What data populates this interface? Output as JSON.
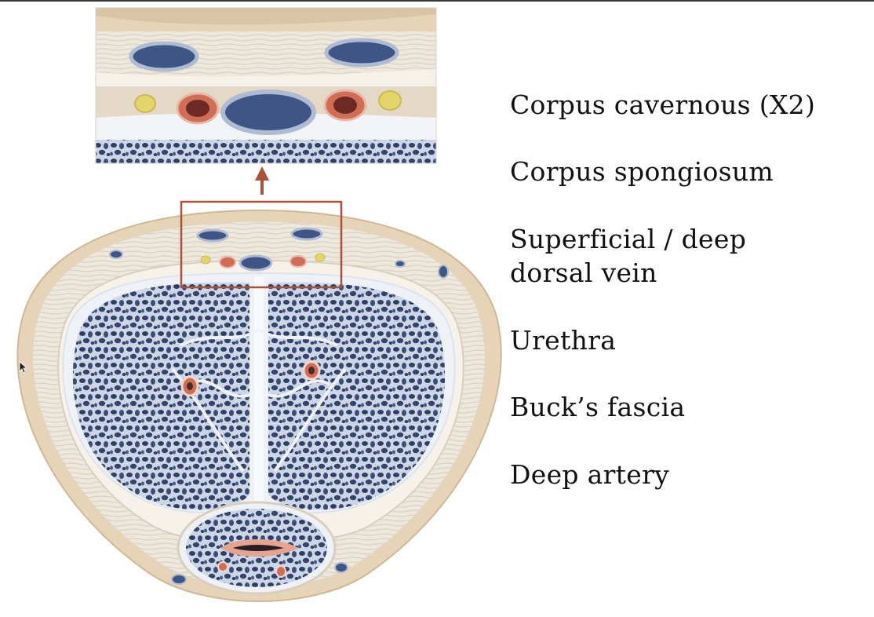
{
  "labels": [
    "Corpus cavernous (X2)",
    "Corpus spongiosum",
    "Superficial / deep",
    "dorsal vein",
    "Urethra",
    "Buck’s fascia",
    "Deep artery"
  ],
  "colors": {
    "skin": "#e6d3b8",
    "fascia": "#f1ebe0",
    "erectile_tissue": "#46597e",
    "vein": "#3e5585",
    "artery": "#cf6d57",
    "nerve": "#e4d56a",
    "callout": "#a8523a"
  },
  "icons": [
    "cursor-icon",
    "arrow-up-icon"
  ]
}
